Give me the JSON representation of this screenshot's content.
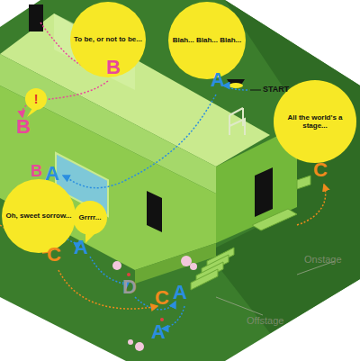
{
  "diagram": {
    "nodes": [
      {
        "text": [
          "To be, or not to be..."
        ]
      },
      {
        "text": [
          "Blah... Blah... Blah..."
        ]
      },
      {
        "text": [
          "!"
        ]
      },
      {
        "text": [
          "All the world's a stage..."
        ]
      },
      {
        "text": [
          "Oh, sweet sorrow..."
        ]
      },
      {
        "text": [
          "Grrrr..."
        ]
      }
    ],
    "edges": [],
    "labels": [
      "START",
      "B",
      "A",
      "B",
      "B",
      "A",
      "C",
      "C",
      "A",
      "D",
      "C",
      "A",
      "A",
      "Onstage",
      "Offstage"
    ]
  }
}
